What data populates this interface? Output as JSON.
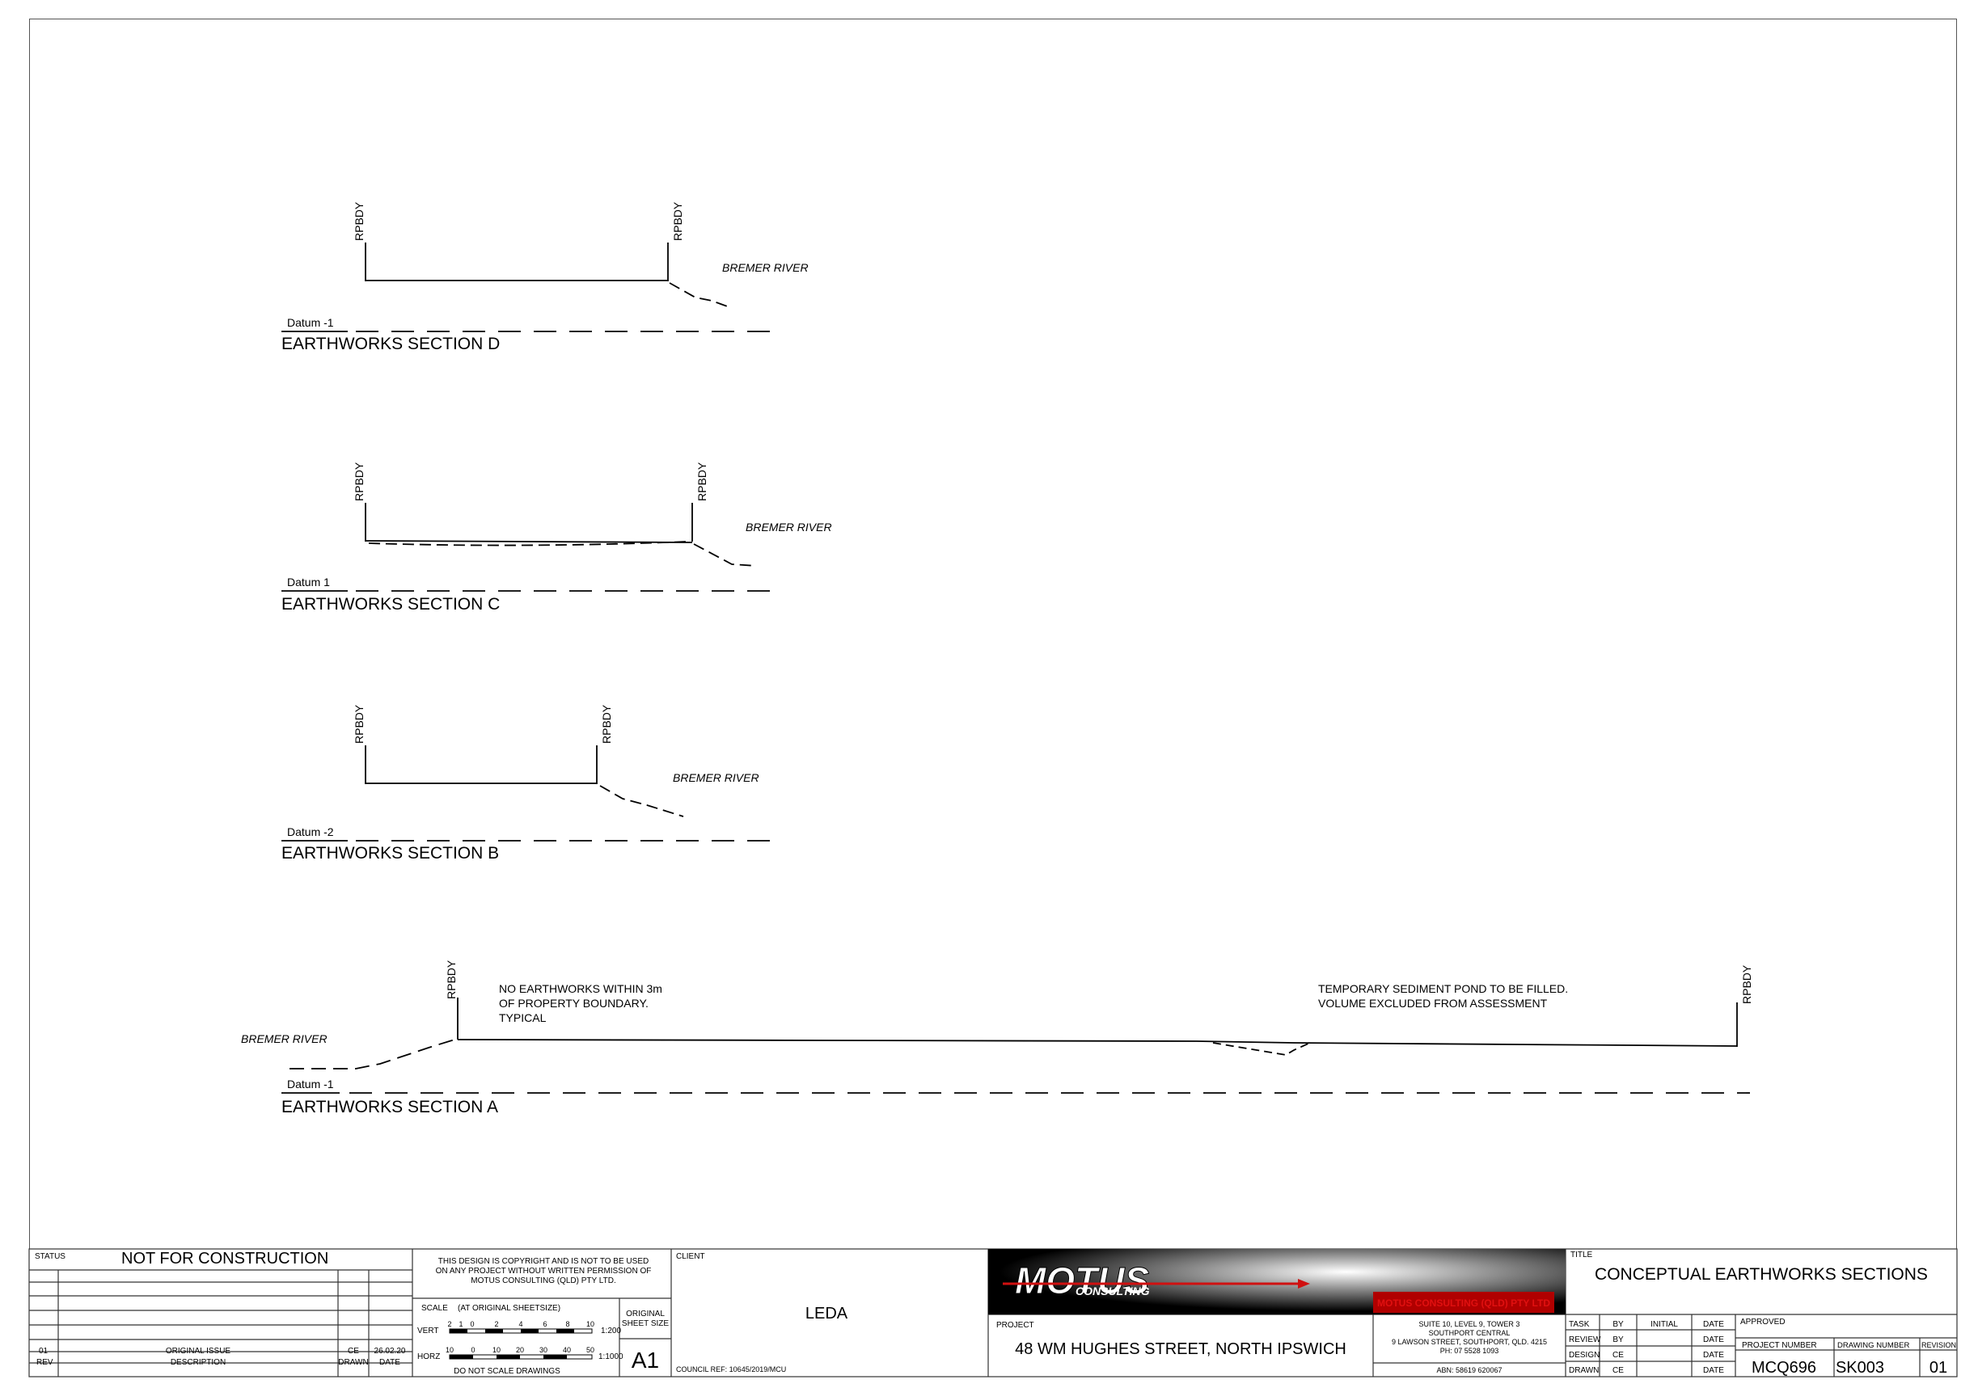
{
  "sections": [
    {
      "id": "D",
      "title": "EARTHWORKS SECTION D",
      "datum": "Datum -1",
      "boundary_left": "RPBDY",
      "boundary_right": "RPBDY",
      "river": "BREMER RIVER"
    },
    {
      "id": "C",
      "title": "EARTHWORKS SECTION C",
      "datum": "Datum 1",
      "boundary_left": "RPBDY",
      "boundary_right": "RPBDY",
      "river": "BREMER RIVER"
    },
    {
      "id": "B",
      "title": "EARTHWORKS SECTION B",
      "datum": "Datum -2",
      "boundary_left": "RPBDY",
      "boundary_right": "RPBDY",
      "river": "BREMER RIVER"
    },
    {
      "id": "A",
      "title": "EARTHWORKS SECTION A",
      "datum": "Datum -1",
      "boundary_left": "RPBDY",
      "boundary_right": "RPBDY",
      "river": "BREMER RIVER",
      "note_left": [
        "NO EARTHWORKS WITHIN 3m",
        "OF PROPERTY BOUNDARY.",
        "TYPICAL"
      ],
      "note_right": [
        "TEMPORARY SEDIMENT POND TO BE FILLED.",
        "VOLUME EXCLUDED FROM ASSESSMENT"
      ]
    }
  ],
  "title_block": {
    "status_label": "STATUS",
    "status": "NOT FOR CONSTRUCTION",
    "revisions": [
      {
        "rev": "01",
        "description": "ORIGINAL ISSUE",
        "drawn": "CE",
        "date": "26.02.20"
      }
    ],
    "rev_header": "REV",
    "desc_header": "DESCRIPTION",
    "drawn_header": "DRAWN",
    "date_header": "DATE",
    "copyright": [
      "THIS DESIGN IS COPYRIGHT AND IS NOT TO BE USED",
      "ON ANY PROJECT WITHOUT WRITTEN PERMISSION OF",
      "MOTUS CONSULTING (QLD) PTY LTD."
    ],
    "scale_label": "SCALE",
    "scale_note": "(AT ORIGINAL SHEETSIZE)",
    "vert_label": "VERT",
    "vert_ticks": [
      "2",
      "1",
      "0",
      "2",
      "4",
      "6",
      "8",
      "10"
    ],
    "vert_ratio": "1:200",
    "horz_label": "HORZ",
    "horz_ticks": [
      "10",
      "0",
      "10",
      "20",
      "30",
      "40",
      "50"
    ],
    "horz_ratio": "1:1000",
    "do_not_scale": "DO NOT SCALE DRAWINGS",
    "orig_size_label": [
      "ORIGINAL",
      "SHEET SIZE"
    ],
    "sheet_size": "A1",
    "client_label": "CLIENT",
    "client": "LEDA",
    "council_ref": "COUNCIL REF:  10645/2019/MCU",
    "logo_text": "MOTUS",
    "logo_sub": "CONSULTING",
    "project_label": "PROJECT",
    "project": "48 WM HUGHES STREET, NORTH IPSWICH",
    "company": "MOTUS CONSULTING (QLD) PTY LTD",
    "address": [
      "SUITE 10, LEVEL 9, TOWER 3",
      "SOUTHPORT CENTRAL",
      "9 LAWSON STREET, SOUTHPORT, QLD. 4215",
      "PH: 07 5528 1093"
    ],
    "abn": "ABN: 58619 620067",
    "title_label": "TITLE",
    "title": "CONCEPTUAL EARTHWORKS SECTIONS",
    "tasks": [
      {
        "task": "TASK",
        "by": "BY",
        "initial": "INITIAL",
        "date": "DATE"
      },
      {
        "task": "REVIEW",
        "by": "BY",
        "initial": "",
        "date": "DATE"
      },
      {
        "task": "DESIGN",
        "by": "CE",
        "initial": "",
        "date": "DATE"
      },
      {
        "task": "DRAWN",
        "by": "CE",
        "initial": "",
        "date": "DATE"
      }
    ],
    "approved_label": "APPROVED",
    "project_number_label": "PROJECT NUMBER",
    "drawing_number_label": "DRAWING NUMBER",
    "revision_label": "REVISION",
    "project_number": "MCQ696",
    "drawing_number": "SK003",
    "revision": "01"
  }
}
